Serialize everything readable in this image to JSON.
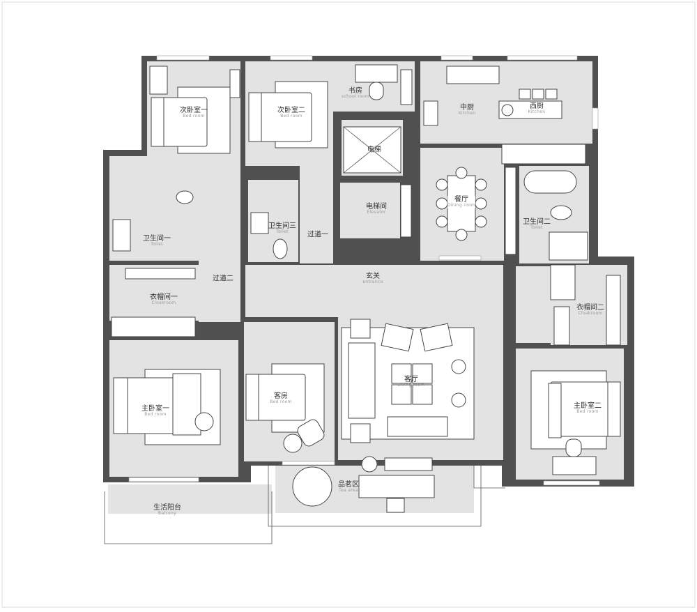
{
  "plan": {
    "rooms": [
      {
        "cn": "次卧室一",
        "en": "Bed room"
      },
      {
        "cn": "次卧室二",
        "en": "Bed room"
      },
      {
        "cn": "书房",
        "en": "school room"
      },
      {
        "cn": "电梯",
        "en": ""
      },
      {
        "cn": "电梯间",
        "en": "Elevator"
      },
      {
        "cn": "中厨",
        "en": "Kitchen"
      },
      {
        "cn": "西厨",
        "en": "Kitchen"
      },
      {
        "cn": "餐厅",
        "en": "Dining room"
      },
      {
        "cn": "卫生间一",
        "en": "Toilet"
      },
      {
        "cn": "卫生间三",
        "en": "Toilet"
      },
      {
        "cn": "过道一",
        "en": ""
      },
      {
        "cn": "卫生间二",
        "en": "Toilet"
      },
      {
        "cn": "过道二",
        "en": ""
      },
      {
        "cn": "玄关",
        "en": "entrance"
      },
      {
        "cn": "衣帽间一",
        "en": "Cloakroom"
      },
      {
        "cn": "衣帽间二",
        "en": "Cloakroom"
      },
      {
        "cn": "客厅",
        "en": "Living room"
      },
      {
        "cn": "主卧室一",
        "en": "Bed room"
      },
      {
        "cn": "客房",
        "en": "Bed room"
      },
      {
        "cn": "主卧室二",
        "en": "Bed room"
      },
      {
        "cn": "品茗区",
        "en": "Tea area"
      },
      {
        "cn": "生活阳台",
        "en": "Balcony"
      }
    ]
  }
}
